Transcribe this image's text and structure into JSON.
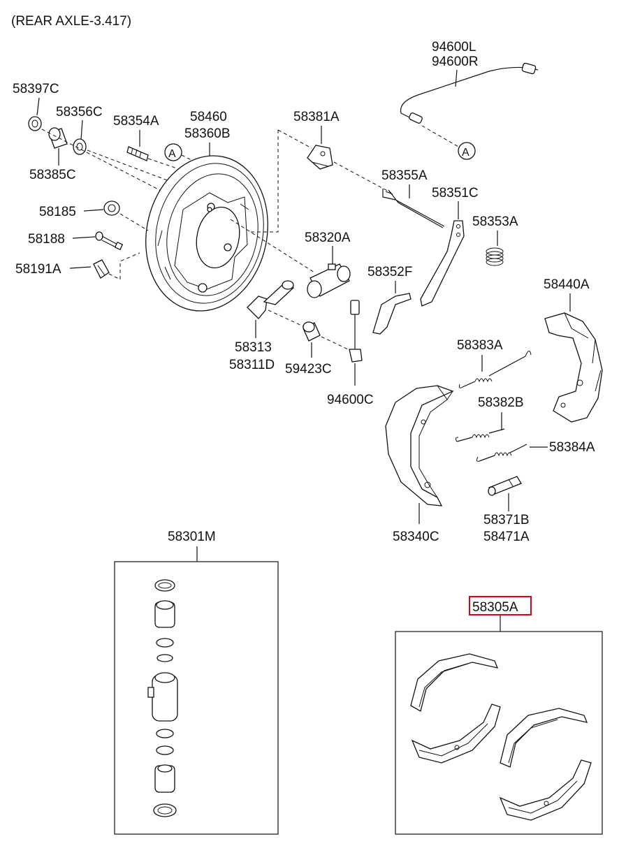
{
  "diagram": {
    "title": "(REAR AXLE-3.417)",
    "callout_letter": "A",
    "highlight_color": "#d6001c",
    "labels": {
      "p58397C": "58397C",
      "p58356C": "58356C",
      "p58385C": "58385C",
      "p58354A": "58354A",
      "p58460": "58460",
      "p58360B": "58360B",
      "p58381A": "58381A",
      "p94600L": "94600L",
      "p94600R": "94600R",
      "p58355A": "58355A",
      "p58351C": "58351C",
      "p58353A": "58353A",
      "p58185": "58185",
      "p58188": "58188",
      "p58191A": "58191A",
      "p58320A": "58320A",
      "p58352F": "58352F",
      "p58440A": "58440A",
      "p58313": "58313",
      "p58311D": "58311D",
      "p59423C": "59423C",
      "p94600C": "94600C",
      "p58383A": "58383A",
      "p58382B": "58382B",
      "p58384A": "58384A",
      "p58371B": "58371B",
      "p58471A": "58471A",
      "p58340C": "58340C",
      "p58301M": "58301M",
      "p58305A": "58305A"
    }
  }
}
